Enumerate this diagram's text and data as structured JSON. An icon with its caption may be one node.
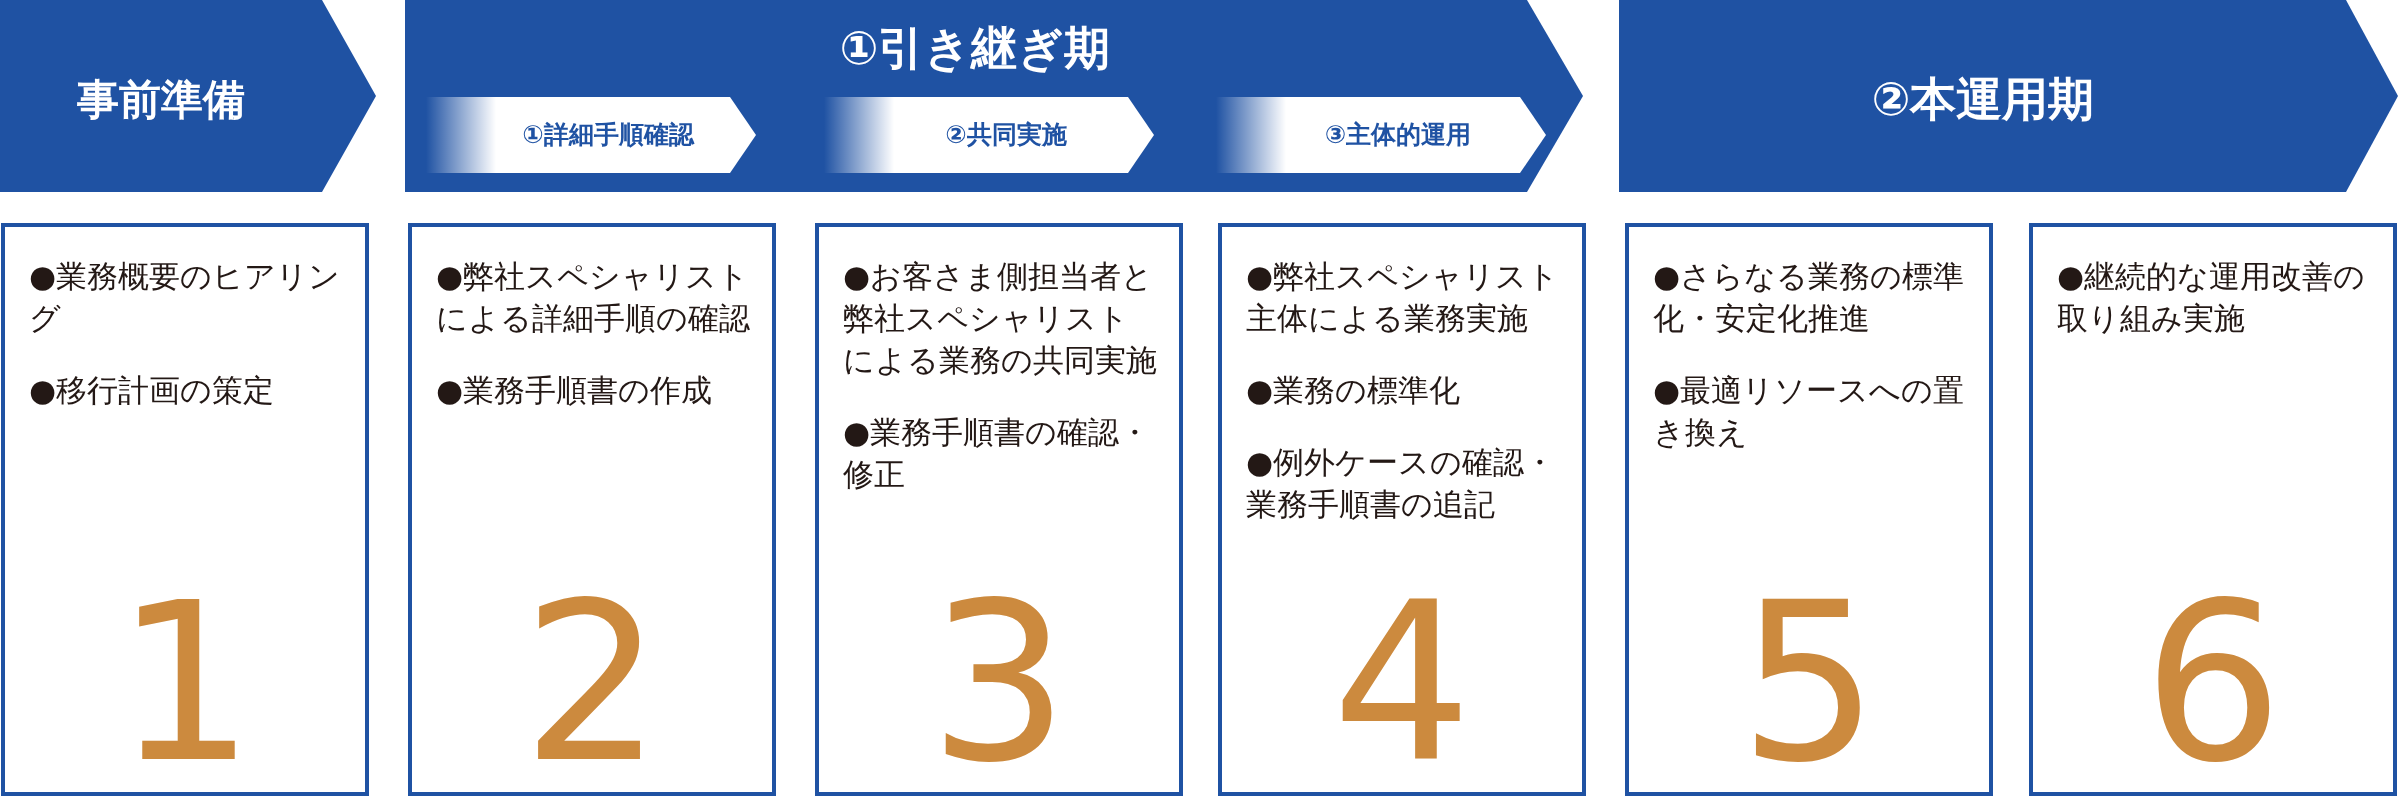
{
  "diagram": {
    "nodes": [
      {
        "text": [
          "事前準備"
        ]
      },
      {
        "text": [
          "①引き継ぎ期"
        ]
      },
      {
        "text": [
          "①詳細手順確認"
        ],
        "in": 1
      },
      {
        "text": [
          "②共同実施"
        ],
        "in": 1
      },
      {
        "text": [
          "③主体的運用"
        ],
        "in": 1
      },
      {
        "text": [
          "②本運用期"
        ]
      },
      {
        "text": [
          "●業務概要のヒアリング",
          "●移行計画の策定",
          "1"
        ]
      },
      {
        "text": [
          "●弊社スペシャリストによる詳細手順の確認",
          "●業務手順書の作成",
          "2"
        ]
      },
      {
        "text": [
          "●お客さま側担当者と弊社スペシャリストによる業務の共同実施",
          "●業務手順書の確認・修正",
          "3"
        ]
      },
      {
        "text": [
          "●弊社スペシャリスト主体による業務実施",
          "●業務の標準化",
          "●例外ケースの確認・業務手順書の追記",
          "4"
        ]
      },
      {
        "text": [
          "●さらなる業務の標準化・安定化推進",
          "●最適リソースへの置き換え",
          "5"
        ]
      },
      {
        "text": [
          "●継続的な運用改善の取り組み実施",
          "6"
        ]
      }
    ]
  }
}
